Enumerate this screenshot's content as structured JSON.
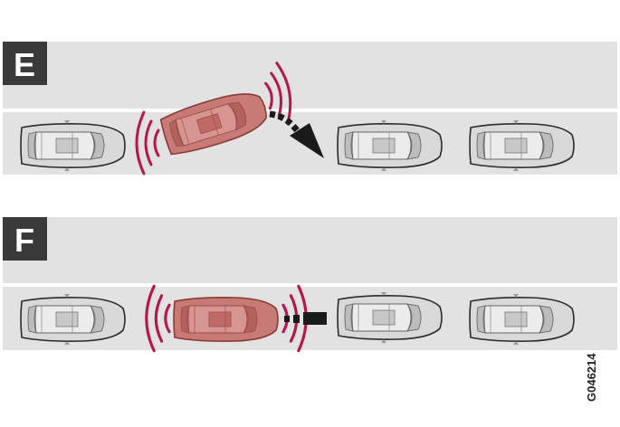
{
  "image_code": "G046214",
  "colors": {
    "road": "#e2e2e2",
    "lane_line": "#ffffff",
    "label_box": "#3a3a3a",
    "highlight_car": "#c87a76",
    "highlight_car_dark": "#9e4c48",
    "parked_car": "#d9d9d9",
    "sensor_wave": "#b5174a",
    "arrow": "#1a1a1a"
  },
  "panels": [
    {
      "label": "E",
      "description_icons": [
        "parked-car-icon",
        "maneuvering-car-icon",
        "sensor-wave-icon",
        "direction-arrow-icon"
      ]
    },
    {
      "label": "F",
      "description_icons": [
        "parked-car-icon",
        "maneuvering-car-icon",
        "sensor-wave-icon",
        "direction-arrow-icon"
      ]
    }
  ]
}
